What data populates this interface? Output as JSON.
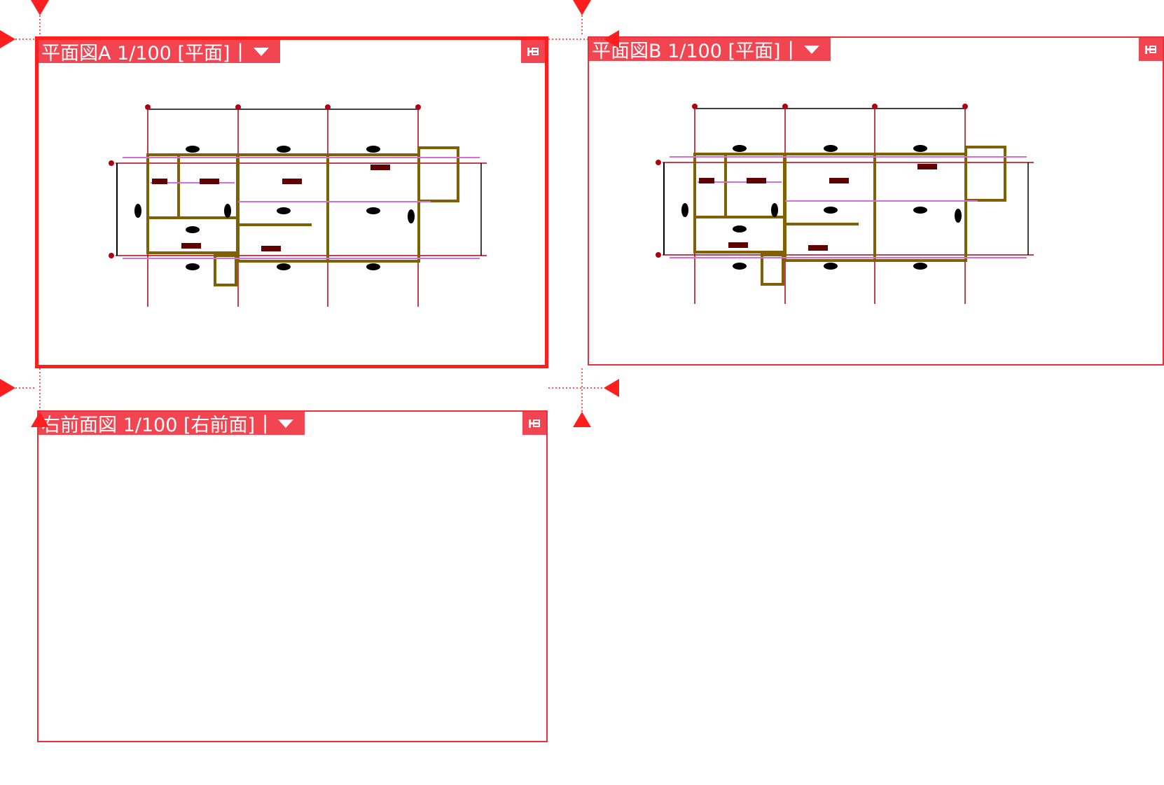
{
  "viewports": [
    {
      "title": "平面図A 1/100 [平面]",
      "separator": "|",
      "active": true
    },
    {
      "title": "平面図B 1/100 [平面]",
      "separator": "|",
      "active": false
    },
    {
      "title": "右前面図 1/100 [右前面]",
      "separator": "|",
      "active": false
    }
  ],
  "colors": {
    "accent": "#ff1e1e",
    "tab_bg": "#f24552",
    "wall": "#806000",
    "room_line": "#d070e0",
    "grid": "#b00010"
  },
  "icons": {
    "dropdown": "chevron-down-icon",
    "pin": "pin-icon",
    "resize": "resize-handle-icon"
  }
}
